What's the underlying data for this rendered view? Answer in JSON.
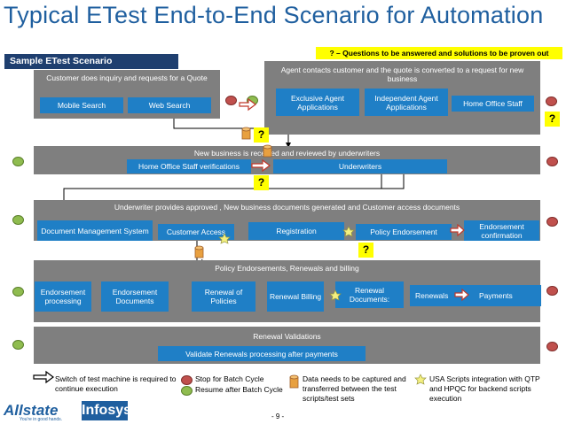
{
  "title": "Typical ETest End-to-End Scenario for Automation",
  "note": "? – Questions to be answered and solutions to be proven out",
  "sample_label": "Sample ETest Scenario",
  "band1": {
    "left_title": "Customer does inquiry and requests for a Quote",
    "mobile_search": "Mobile Search",
    "web_search": "Web Search",
    "right_title": "Agent contacts customer and the quote is converted to a request for new business",
    "exclusive_agent": "Exclusive Agent Applications",
    "independent_agent": "Independent Agent Applications",
    "home_office_staff": "Home Office Staff"
  },
  "band2": {
    "title": "New business is received and reviewed by underwriters",
    "home_office_verifications": "Home Office Staff verifications",
    "underwriters": "Underwriters"
  },
  "band3": {
    "title": "Underwriter provides approved , New business documents  generated and Customer access documents",
    "doc_mgmt": "Document Management System",
    "customer_access": "Customer Access",
    "registration": "Registration",
    "policy_endorsement": "Policy Endorsement",
    "endorsement_confirmation": "Endorsement confirmation"
  },
  "band4": {
    "title": "Policy Endorsements, Renewals and billing",
    "endorsement_processing": "Endorsement processing",
    "endorsement_documents": "Endorsement Documents",
    "renewal_of_policies": "Renewal of Policies",
    "renewal_billing": "Renewal Billing",
    "renewal_documents": "Renewal Documents:",
    "renewals": "Renewals",
    "payments": "Payments"
  },
  "band5": {
    "title": "Renewal Validations",
    "validate": "Validate Renewals processing after payments"
  },
  "question_mark": "?",
  "legend": {
    "switch": "Switch of test machine is required to continue execution",
    "stop": "Stop for Batch Cycle",
    "resume": "Resume after Batch Cycle",
    "data": "Data needs to be captured and transferred between the test scripts/test sets",
    "usa": "USA Scripts integration with QTP and HPQC for backend scripts execution"
  },
  "footer": {
    "logo_allstate": "Allstate",
    "logo_tagline": "You're in good hands.",
    "logo_infosys": "Infosys",
    "page_number": "- 9 -"
  },
  "colors": {
    "title": "#1f5f9f",
    "band": "#7f7f7f",
    "box": "#1f7fc6",
    "question": "#ffff00",
    "arrow_switch": "#c0392b",
    "stop": "#c0504d",
    "resume": "#8fbc4f",
    "data": "#e8a040"
  }
}
